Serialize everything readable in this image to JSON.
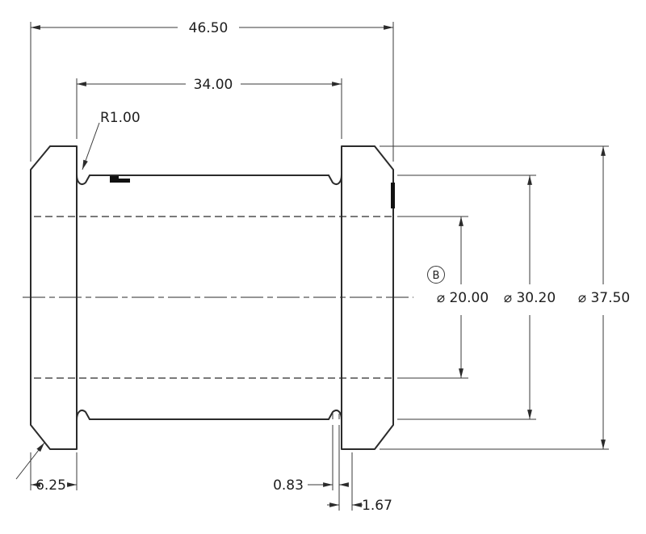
{
  "drawing": {
    "background_color": "#ffffff",
    "line_color": "#2b2b2b",
    "dimensions": {
      "overall_length": "46.50",
      "body_length": "34.00",
      "fillet_radius": "R1.00",
      "bore_diameter": "⌀ 20.00",
      "body_diameter": "⌀ 30.20",
      "flange_diameter": "⌀ 37.50",
      "flange_width": "6.25",
      "relief_narrow": "0.83",
      "relief_wide": "1.67"
    },
    "datum": {
      "label": "B"
    }
  }
}
